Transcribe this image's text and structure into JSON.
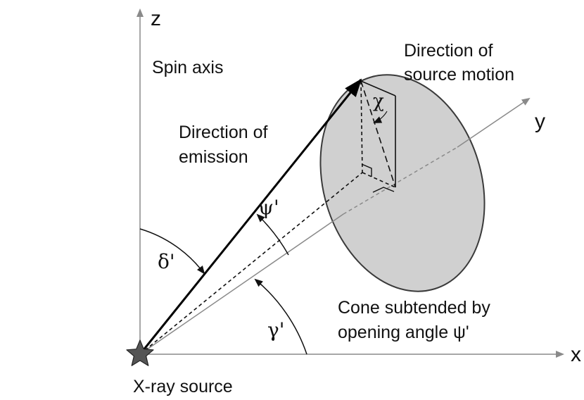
{
  "axes": {
    "z": "z",
    "y": "y",
    "x": "x"
  },
  "labels": {
    "spin_axis": "Spin axis",
    "motion_line1": "Direction of",
    "motion_line2": "source motion",
    "emission_line1": "Direction of",
    "emission_line2": "emission",
    "cone_line1": "Cone subtended by",
    "cone_line2": "opening angle ψ'",
    "source": "X-ray source"
  },
  "angles": {
    "psi": "ψ'",
    "delta": "δ'",
    "gamma": "γ'",
    "chi": "χ"
  },
  "colors": {
    "axis": "#8a8a8a",
    "ellipse_fill": "#d0d0d0",
    "ellipse_stroke": "#3a3a3a",
    "vector": "#000000",
    "star": "#555555"
  },
  "icons": {
    "source": "star-icon"
  }
}
